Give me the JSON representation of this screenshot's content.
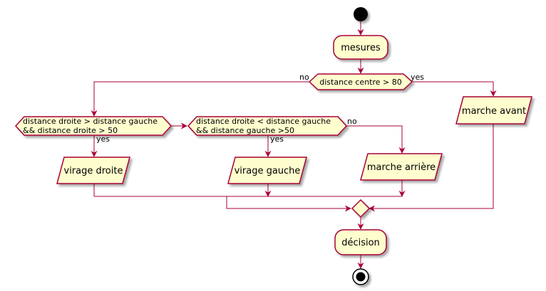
{
  "diagram": {
    "nodes": {
      "mesures": "mesures",
      "decision1": "distance centre > 80",
      "decision2_line1": "distance droite > distance gauche",
      "decision2_line2": "&& distance droite > 50",
      "decision3_line1": "distance droite < distance gauche",
      "decision3_line2": "&& distance gauche >50",
      "marche_avant": "marche avant",
      "virage_droite": "virage droite",
      "virage_gauche": "virage gauche",
      "marche_arriere": "marche arrière",
      "decision_final": "décision"
    },
    "edge_labels": {
      "d1_no": "no",
      "d1_yes": "yes",
      "d2_yes": "yes",
      "d3_yes": "yes",
      "d3_no": "no"
    },
    "colors": {
      "node_fill": "#FEFECE",
      "node_stroke": "#A80036",
      "start_fill": "#000000"
    }
  }
}
